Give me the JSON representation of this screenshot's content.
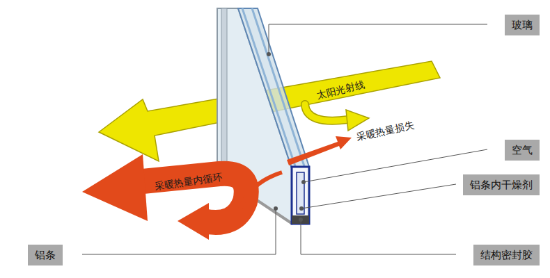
{
  "diagram": {
    "nodes": [
      {
        "text": [
          "玻璃"
        ]
      },
      {
        "text": [
          "空气"
        ]
      },
      {
        "text": [
          "铝条内干燥剂"
        ]
      },
      {
        "text": [
          "铝条"
        ]
      },
      {
        "text": [
          "结构密封胶"
        ]
      }
    ],
    "labels": [
      "太阳光射线",
      "采暖热量损失",
      "采暖热量内循环"
    ]
  }
}
